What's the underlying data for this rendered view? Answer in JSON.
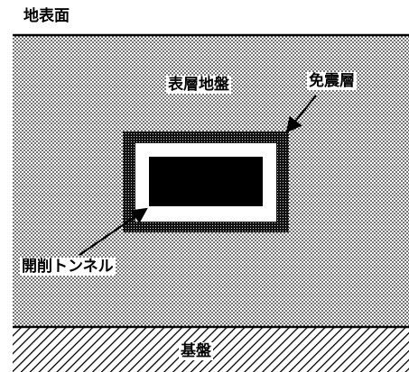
{
  "labels": {
    "ground_surface": "地表面",
    "surface_layer": "表層地盤",
    "isolation_layer": "免震層",
    "cut_and_cover_tunnel": "開削トンネル",
    "bedrock": "基盤"
  },
  "colors": {
    "soil_dots": "#000000",
    "soil_background": "#ffffff",
    "tunnel_interior": "#000000",
    "isolation_layer": "#1a1a1a",
    "bedrock_hatch": "#000000"
  }
}
